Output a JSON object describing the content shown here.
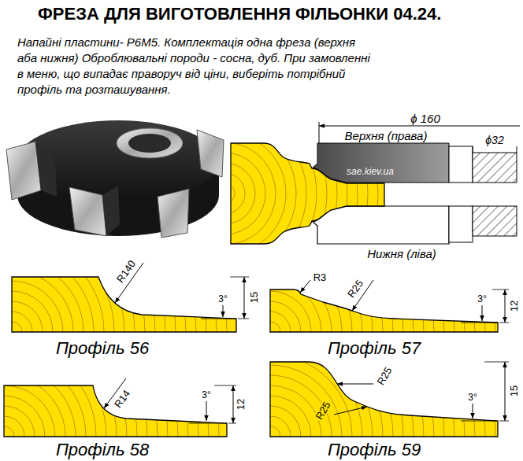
{
  "diagram": {
    "title": "ФРЕЗА ДЛЯ ВИГОТОВЛЕННЯ ФІЛЬОНКИ 04.24.",
    "labels": [
      "Напайні пластини- Р6М5. Комплектація одна фреза (верхня аба нижня) Оброблювальні породи - сосна, дуб. При замовленні в меню, що випадає праворуч від ціни, виберіть потрібний профіль та розташування.",
      "ϕ 160",
      "Верхня (права)",
      "ϕ32",
      "sae.kiev.ua",
      "Нижня (ліва)",
      "R140",
      "3°",
      "15",
      "Профіль 56",
      "R3",
      "R25",
      "3°",
      "12",
      "Профіль 57",
      "R14",
      "3°",
      "12",
      "Профіль 58",
      "R25",
      "R25",
      "3°",
      "15",
      "Профіль 59"
    ]
  }
}
